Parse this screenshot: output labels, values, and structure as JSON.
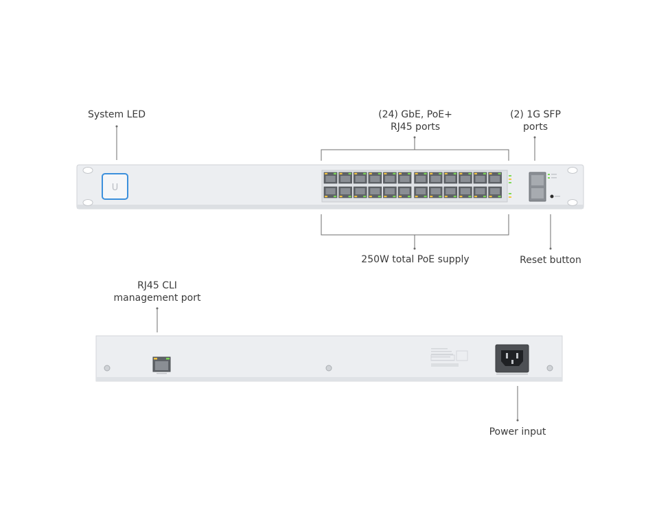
{
  "callouts": {
    "system_led": {
      "text": "System LED"
    },
    "poe_ports": {
      "line1": "(24) GbE, PoE+",
      "line2": "RJ45 ports"
    },
    "sfp_ports": {
      "line1": "(2) 1G SFP",
      "line2": "ports"
    },
    "poe_supply": {
      "text": "250W total PoE supply"
    },
    "reset_button": {
      "text": "Reset button"
    },
    "cli_port": {
      "line1": "RJ45 CLI",
      "line2": "management port"
    },
    "power_input": {
      "text": "Power input"
    }
  },
  "device": {
    "port_count": 24,
    "sfp_count": 2,
    "logo_glyph": "U"
  },
  "colors": {
    "chassis": "#e9ebee",
    "chassis_edge": "#c9ccd0",
    "led_ring": "#3b8fdc",
    "port_body": "#5f6368",
    "led_green": "#7ed957",
    "led_amber": "#f5c542",
    "callout_line": "#6d6d6d"
  }
}
